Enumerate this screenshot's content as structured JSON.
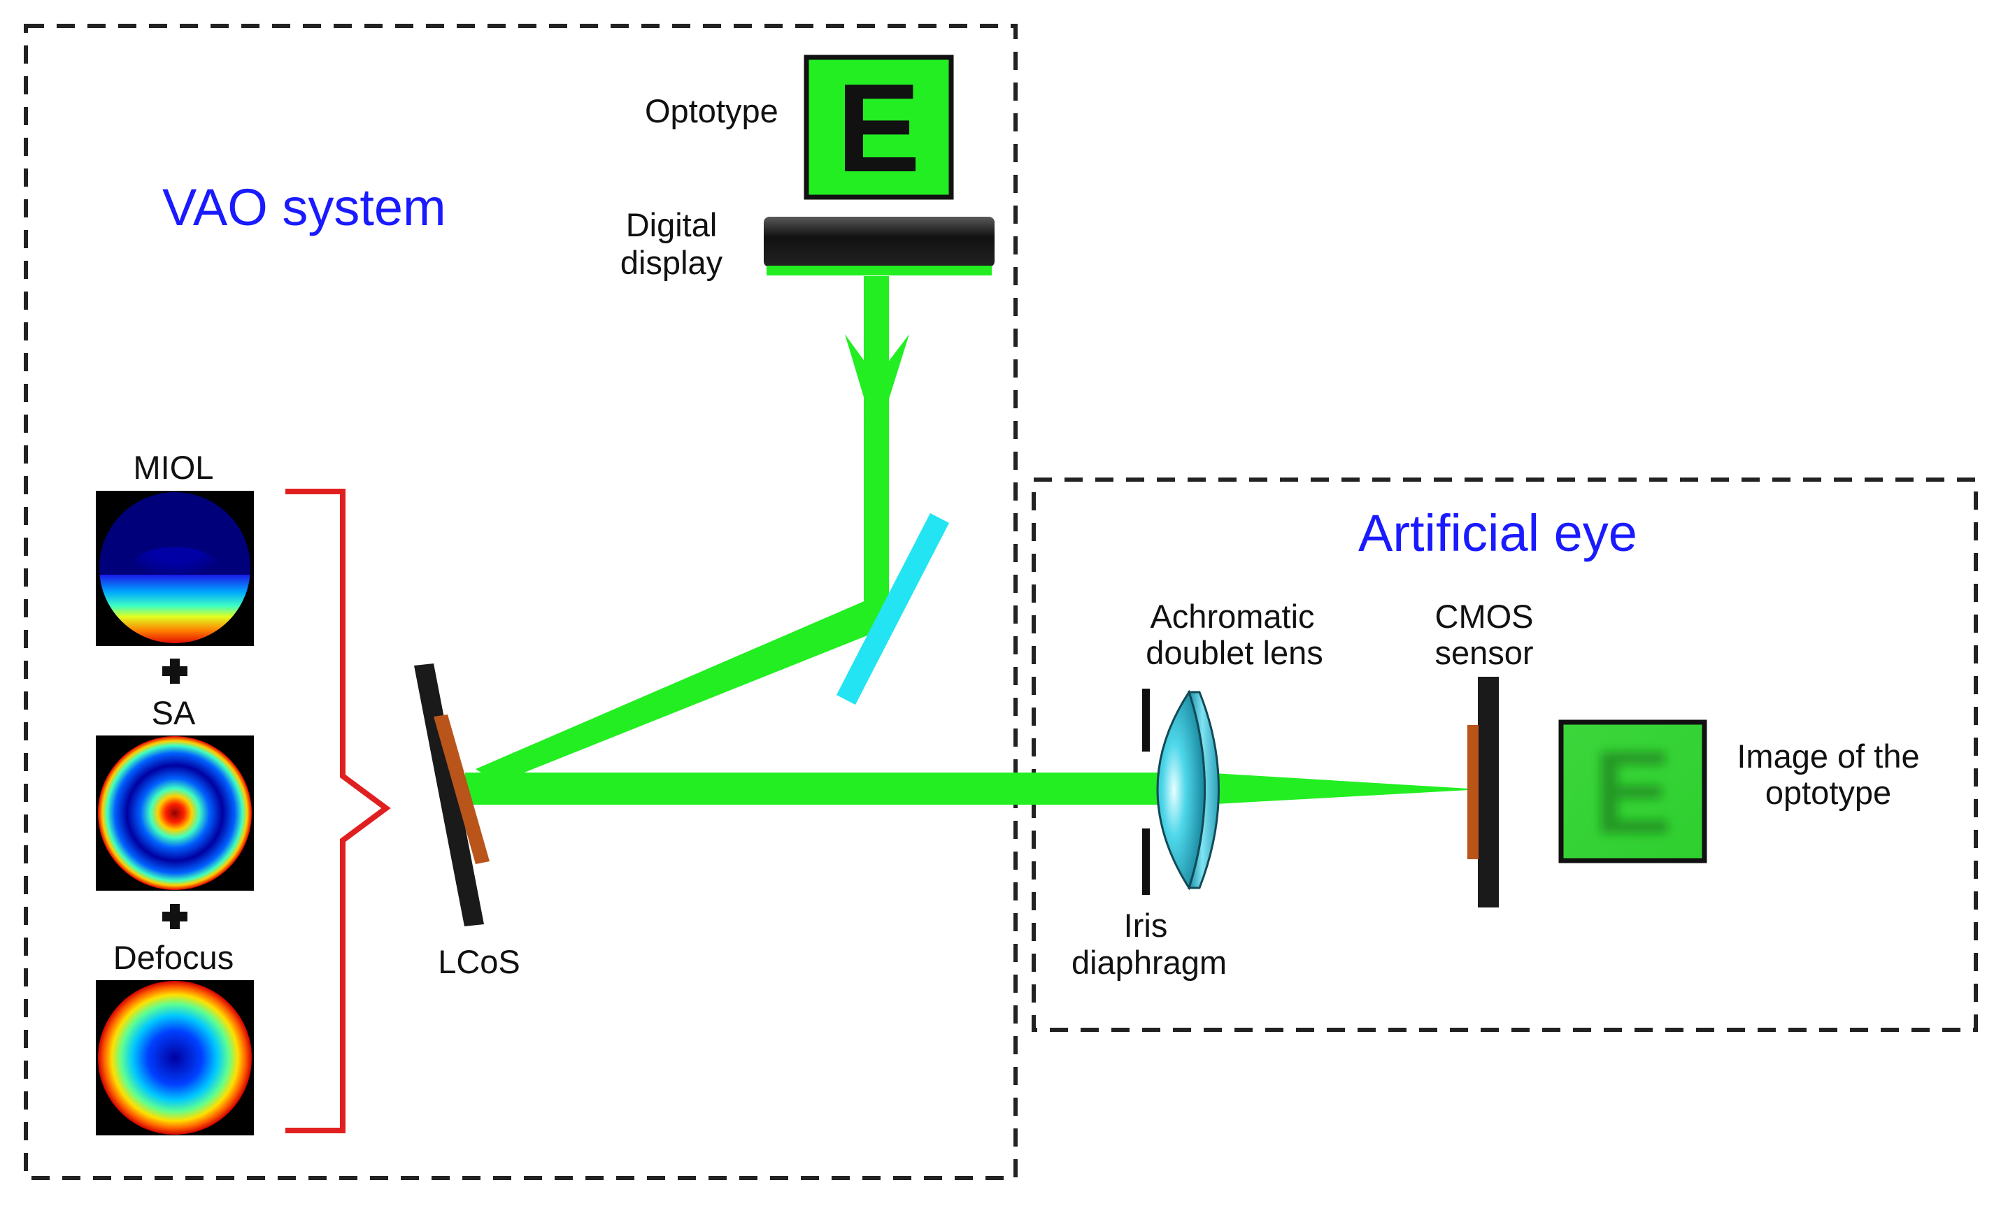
{
  "titles": {
    "vao_system": "VAO system",
    "artificial_eye": "Artificial eye"
  },
  "labels": {
    "optotype": "Optotype",
    "digital_display_1": "Digital",
    "digital_display_2": "display",
    "miol": "MIOL",
    "sa": "SA",
    "defocus": "Defocus",
    "lcos": "LCoS",
    "achromatic_1": "Achromatic",
    "achromatic_2": "doublet lens",
    "cmos_1": "CMOS",
    "cmos_2": "sensor",
    "image_1": "Image of the",
    "image_2": "optotype",
    "iris_1": "Iris",
    "iris_2": "diaphragm",
    "optotype_letter": "E",
    "image_letter": "E"
  },
  "colors": {
    "beam": "#22ee22",
    "title_blue": "#1a1aff",
    "bracket_red": "#e02020",
    "beamsplitter": "#22e4f2",
    "lens": "#40b8cc",
    "sensor_strip": "#b9541a"
  },
  "icons": {
    "plus_1": "plus-icon",
    "plus_2": "plus-icon"
  }
}
